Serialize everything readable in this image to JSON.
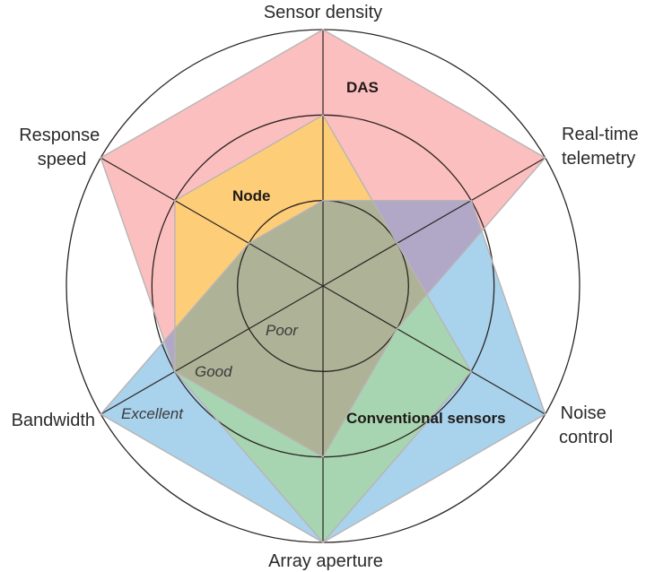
{
  "chart_data": {
    "type": "radar",
    "title": "",
    "axes": [
      "Sensor density",
      "Real-time telemetry",
      "Noise control",
      "Array aperture",
      "Bandwidth",
      "Response speed"
    ],
    "axis_label_lines": [
      [
        "Sensor density"
      ],
      [
        "Real-time",
        "telemetry"
      ],
      [
        "Noise",
        "control"
      ],
      [
        "Array aperture"
      ],
      [
        "Bandwidth"
      ],
      [
        "Response",
        "speed"
      ]
    ],
    "levels": [
      "Poor",
      "Good",
      "Excellent"
    ],
    "range": [
      0,
      3
    ],
    "series": [
      {
        "name": "DAS",
        "color": "#fcbfbf",
        "values": [
          3,
          3,
          1,
          2,
          2,
          3
        ]
      },
      {
        "name": "Node",
        "color": "#fdcd78",
        "values": [
          2,
          1,
          2,
          3,
          2,
          2
        ]
      },
      {
        "name": "Conventional sensors",
        "color": "#a9d2ec",
        "values": [
          1,
          2,
          3,
          3,
          3,
          1
        ]
      }
    ],
    "overlap_colors": {
      "das_conventional": "#b1a8c7",
      "node_conventional": "#a8d5b1",
      "all": "#aeb397"
    },
    "legend": "inline labels"
  }
}
